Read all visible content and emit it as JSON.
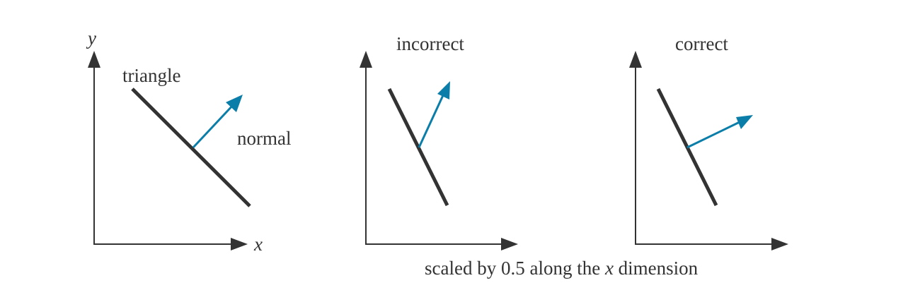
{
  "colors": {
    "axis": "#333333",
    "triangle": "#333333",
    "normal": "#0a7ea8"
  },
  "panel1": {
    "y_axis_label": "y",
    "x_axis_label": "x",
    "triangle_label": "triangle",
    "normal_label": "normal"
  },
  "panel2": {
    "title": "incorrect"
  },
  "panel3": {
    "title": "correct"
  },
  "caption": {
    "prefix": "scaled by 0.5 along the ",
    "variable": "x",
    "suffix": " dimension"
  }
}
